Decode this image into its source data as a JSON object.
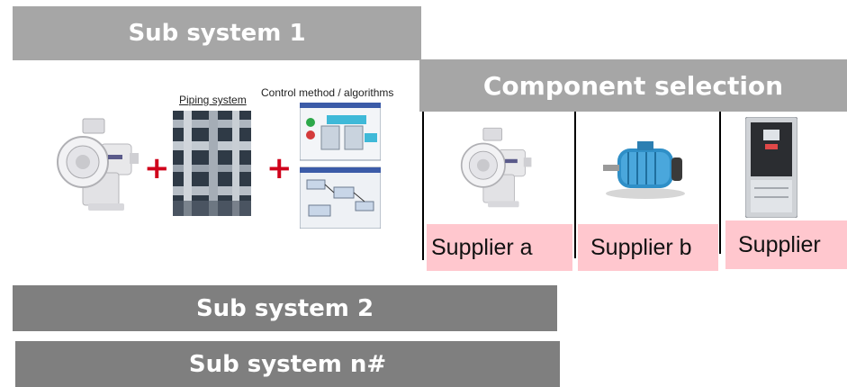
{
  "banners": {
    "sub_system_1": "Sub system 1",
    "component_selection": "Component selection",
    "sub_system_2": "Sub system 2",
    "sub_system_n": "Sub system n#"
  },
  "captions": {
    "piping_system": "Piping system",
    "control_method": "Control method / algorithms"
  },
  "operators": {
    "plus": "+"
  },
  "suppliers": [
    "Supplier a",
    "Supplier b",
    "Supplier"
  ],
  "colors": {
    "banner_light": "#a6a6a6",
    "banner_dark": "#7f7f7f",
    "supplier_fill": "#ffc7ce",
    "plus": "#d0021b"
  },
  "icons": [
    "pump-image",
    "piping-system-image",
    "control-screens-image",
    "motor-image",
    "drive-cabinet-image"
  ]
}
